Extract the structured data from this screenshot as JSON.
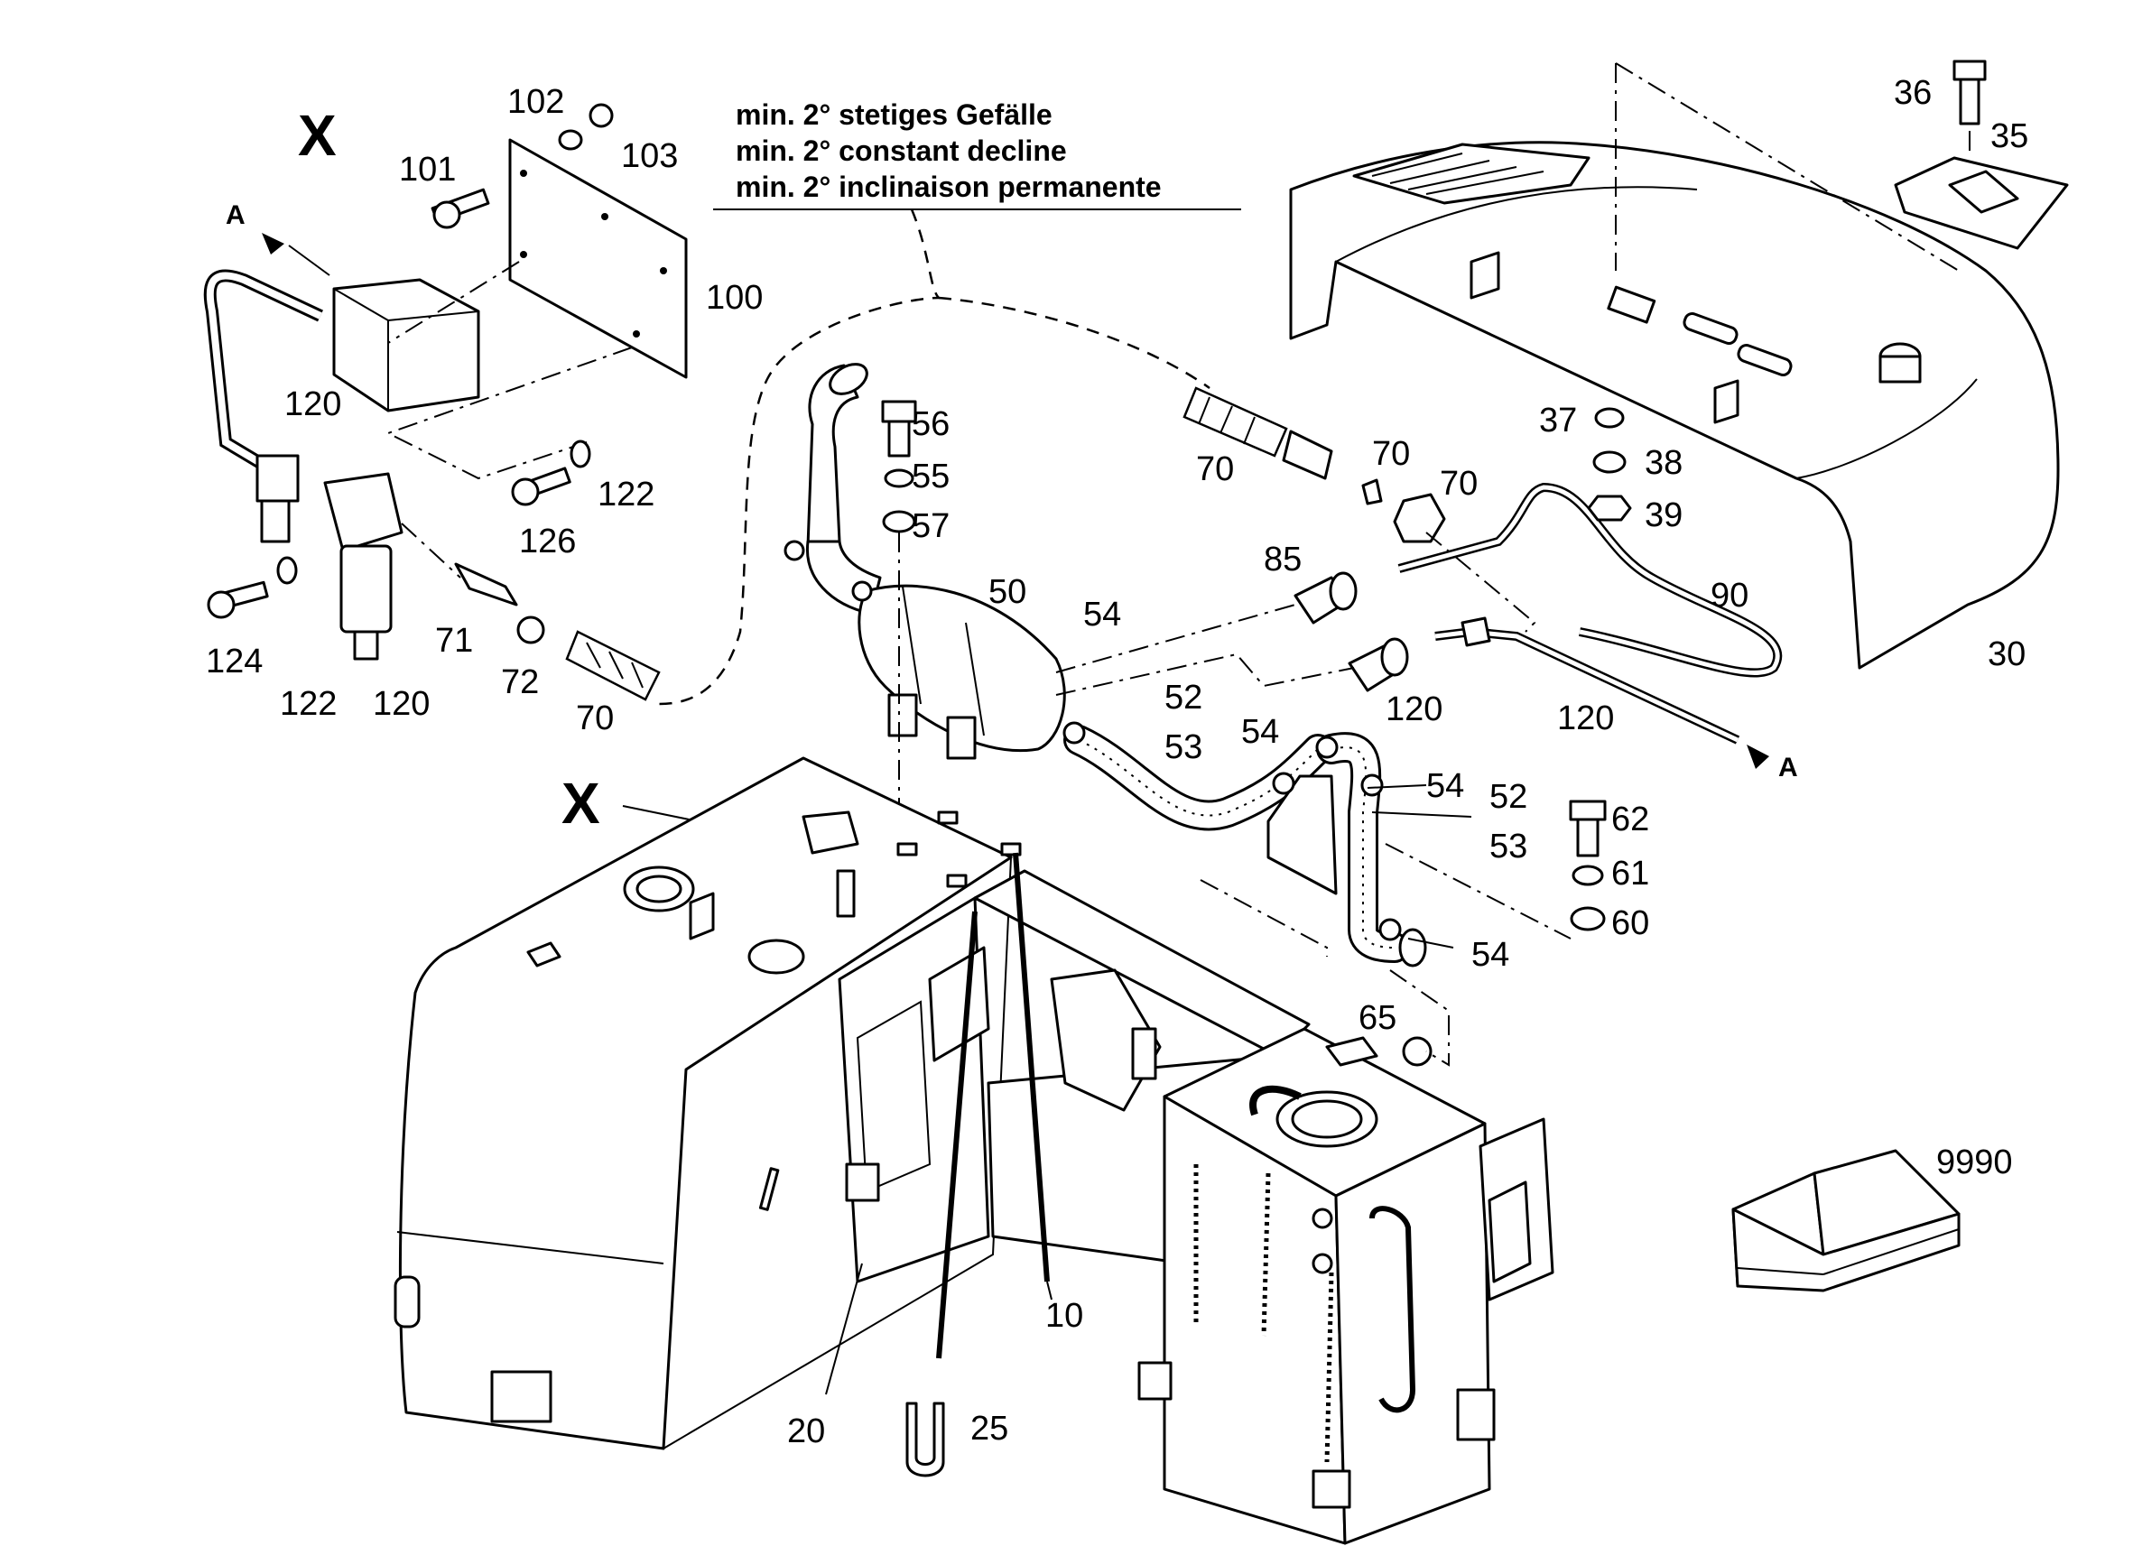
{
  "notes": {
    "line_de": "min. 2° stetiges Gefälle",
    "line_en": "min. 2° constant decline",
    "line_fr": "min. 2° inclinaison permanente"
  },
  "markers": {
    "x_top": "X",
    "x_mid": "X",
    "a_left": "A",
    "a_right": "A"
  },
  "labels": {
    "p101": "101",
    "p102": "102",
    "p103": "103",
    "p100": "100",
    "p120_box": "120",
    "p122_top": "122",
    "p126": "126",
    "p124": "124",
    "p122_bot": "122",
    "p120_filter": "120",
    "p71": "71",
    "p72": "72",
    "p70_left": "70",
    "p56": "56",
    "p55": "55",
    "p57": "57",
    "p50": "50",
    "p54_a": "54",
    "p52_a": "52",
    "p53_a": "53",
    "p54_b": "54",
    "p54_c": "54",
    "p52_b": "52",
    "p53_b": "53",
    "p54_d": "54",
    "p65": "65",
    "p70_hose": "70",
    "p70_plug": "70",
    "p70_nut": "70",
    "p85": "85",
    "p120_fit": "120",
    "p90": "90",
    "p120_pipe": "120",
    "p62": "62",
    "p61": "61",
    "p60": "60",
    "p37": "37",
    "p38": "38",
    "p39": "39",
    "p36": "36",
    "p35": "35",
    "p30": "30",
    "p9990": "9990",
    "p10": "10",
    "p20": "20",
    "p25": "25"
  }
}
